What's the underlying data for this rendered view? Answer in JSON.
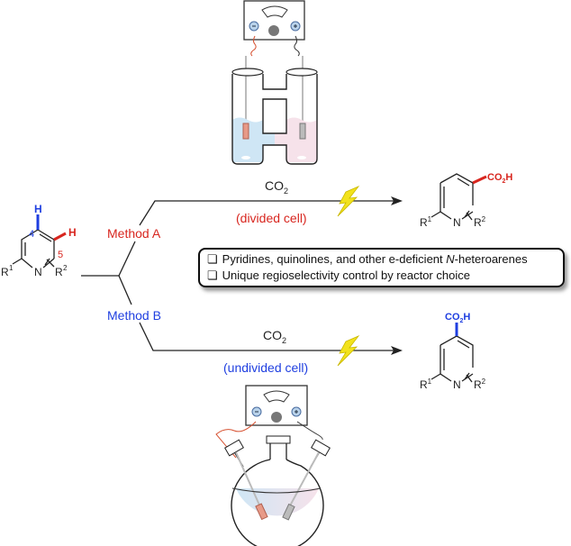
{
  "starting_material": {
    "h_top": "H",
    "h_side": "H",
    "pos4": "4",
    "pos5": "5",
    "n": "N",
    "r1": "R",
    "r1_sup": "1",
    "r2": "R",
    "r2_sup": "2"
  },
  "method_a": {
    "label": "Method A",
    "reagent": "CO",
    "reagent_sub": "2",
    "condition": "(divided cell)"
  },
  "method_b": {
    "label": "Method B",
    "reagent": "CO",
    "reagent_sub": "2",
    "condition": "(undivided cell)"
  },
  "product_a": {
    "group": "CO",
    "group_sub": "2",
    "group_h": "H",
    "n": "N",
    "r1": "R",
    "r1_sup": "1",
    "r2": "R",
    "r2_sup": "2"
  },
  "product_b": {
    "group": "CO",
    "group_sub": "2",
    "group_h": "H",
    "n": "N",
    "r1": "R",
    "r1_sup": "1",
    "r2": "R",
    "r2_sup": "2"
  },
  "info_box": {
    "checkbox_glyph": "❏",
    "line1_pre": "Pyridines, quinolines, and other e-deficient ",
    "line1_italic": "N",
    "line1_post": "-heteroarenes",
    "line2": "Unique regioselectivity control by reactor choice"
  },
  "colors": {
    "method_a": "#d8261f",
    "method_b": "#1f3fe0",
    "catholyte": "#cfe6f5",
    "anolyte": "#f6e2ea",
    "bolt": "#f2e21c"
  }
}
